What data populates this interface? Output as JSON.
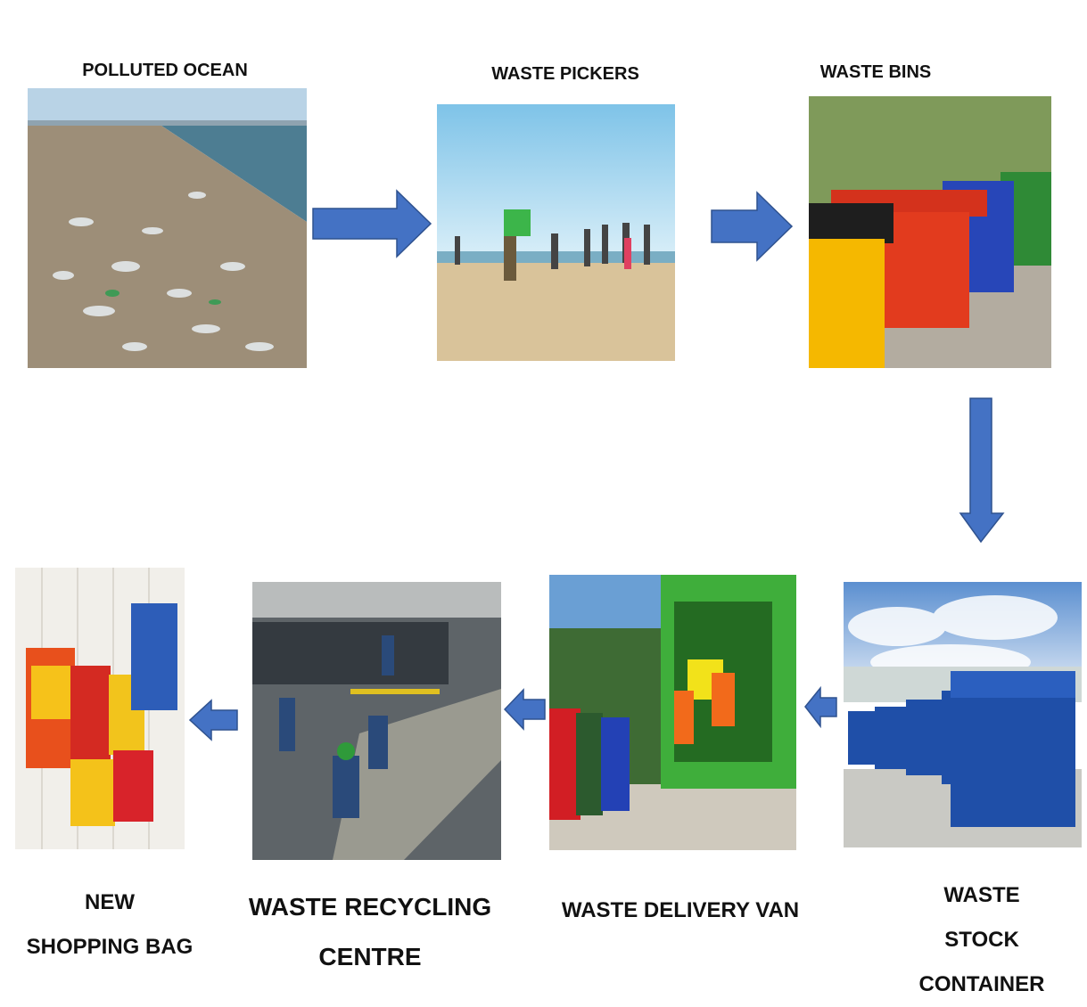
{
  "title": "Plastic waste recycling flow",
  "steps": [
    {
      "id": "polluted-ocean",
      "label": "POLLUTED OCEAN"
    },
    {
      "id": "waste-pickers",
      "label": "WASTE PICKERS"
    },
    {
      "id": "waste-bins",
      "label": "WASTE BINS"
    },
    {
      "id": "waste-stock-container",
      "label_lines": [
        "WASTE",
        "STOCK",
        "CONTAINER"
      ]
    },
    {
      "id": "waste-delivery-van",
      "label": "WASTE DELIVERY VAN"
    },
    {
      "id": "waste-recycling-centre",
      "label_lines": [
        "WASTE RECYCLING",
        "CENTRE"
      ]
    },
    {
      "id": "new-shopping-bag",
      "label_lines": [
        "NEW",
        "SHOPPING BAG"
      ]
    }
  ],
  "colors": {
    "arrow_fill": "#4472C4",
    "arrow_stroke": "#2F528F"
  }
}
